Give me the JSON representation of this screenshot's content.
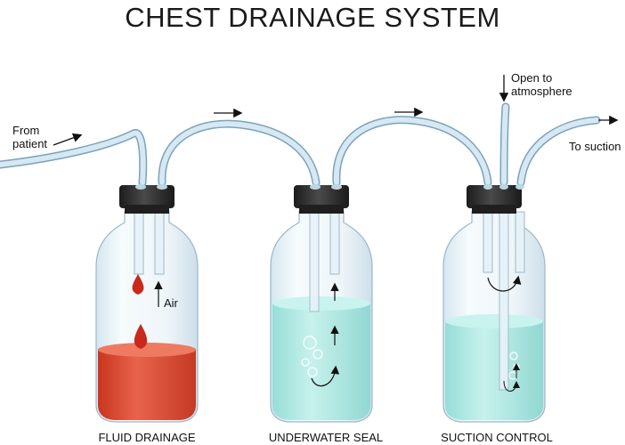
{
  "title": "CHEST DRAINAGE SYSTEM",
  "labels": {
    "from_patient_line1": "From",
    "from_patient_line2": "patient",
    "open_line1": "Open to",
    "open_line2": "atmosphere",
    "to_suction": "To suction",
    "air": "Air"
  },
  "bottles": [
    {
      "name": "FLUID DRAINAGE"
    },
    {
      "name": "UNDERWATER SEAL"
    },
    {
      "name": "SUCTION CONTROL"
    }
  ],
  "colors": {
    "tube": "#cfe3ef",
    "tube_outline": "#7aa3bd",
    "cap": "#2a2a2a",
    "glass": "#eaf3f8",
    "blood": "#d8432f",
    "water": "#a9e6e0"
  }
}
